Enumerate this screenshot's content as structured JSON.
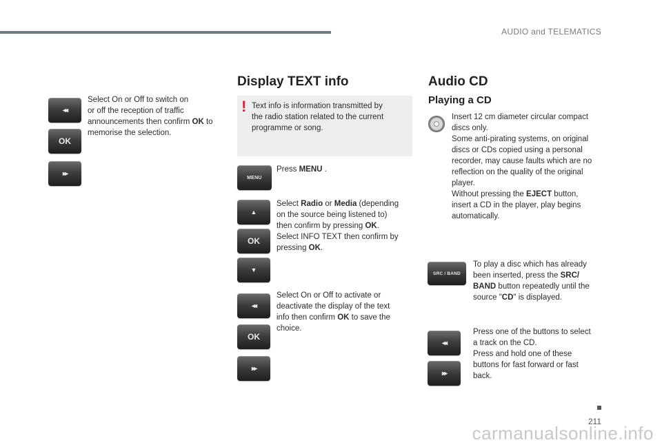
{
  "header": {
    "section_title": "AUDIO and TELEMATICS"
  },
  "col1": {
    "text_lines": [
      "Select On or Off to switch on",
      "or off the reception of traffic",
      "announcements then confirm ",
      "OK",
      " to",
      "memorise the selection."
    ],
    "buttons": {
      "prev": "◂◂",
      "ok": "OK",
      "next": "▸▸"
    }
  },
  "col2": {
    "title": "Display TEXT info",
    "note": [
      "Text info is information transmitted by",
      "the radio station related to the current",
      "programme or song."
    ],
    "press_menu": {
      "pre": "Press ",
      "bold": "MENU",
      "post": " ."
    },
    "menu_button": "MENU",
    "select_radio": {
      "l1_pre": "Select ",
      "l1_b1": "Radio",
      "l1_mid": " or ",
      "l1_b2": "Media",
      "l1_post": " (depending",
      "l2": "on the source being listened to)",
      "l3_pre": "then confirm by pressing ",
      "l3_b": "OK",
      "l3_post": ".",
      "l4": "Select INFO TEXT then confirm by",
      "l5_pre": "pressing ",
      "l5_b": "OK",
      "l5_post": "."
    },
    "select_onoff": {
      "l1": "Select On or Off to activate or",
      "l2": "deactivate the display of the text",
      "l3_pre": "info then confirm ",
      "l3_b": "OK",
      "l3_post": " to save the",
      "l4": "choice."
    },
    "buttons": {
      "up": "▲",
      "ok": "OK",
      "down": "▼",
      "prev": "◂◂",
      "ok2": "OK",
      "next": "▸▸"
    }
  },
  "col3": {
    "title": "Audio CD",
    "subtitle": "Playing a CD",
    "insert": {
      "l1": "Insert 12 cm diameter circular compact",
      "l2": "discs only.",
      "l3": "Some anti-pirating systems, on original",
      "l4": "discs or CDs copied using a personal",
      "l5": "recorder, may cause faults which are no",
      "l6": "reflection on the quality of the original",
      "l7": "player.",
      "l8_pre": "Without pressing the ",
      "l8_b": "EJECT",
      "l8_post": " button,",
      "l9": "insert a CD in the player, play begins",
      "l10": "automatically."
    },
    "srcband": {
      "button": "SRC / BAND",
      "l1": "To play a disc which has already",
      "l2_pre": "been inserted, press the ",
      "l2_b": "SRC/",
      "l3_b": "BAND",
      "l3_post": " button repeatedly until the",
      "l4_pre": "source \"",
      "l4_b": "CD",
      "l4_post": "\" is displayed."
    },
    "track": {
      "l1": "Press one of the buttons to select",
      "l2": "a track on the CD.",
      "l3": "Press and hold one of these",
      "l4": "buttons for fast forward or fast",
      "l5": "back."
    },
    "buttons": {
      "prev": "◂◂",
      "next": "▸▸"
    }
  },
  "footer": {
    "page_number": "211",
    "watermark": "carmanualsonline.info"
  }
}
